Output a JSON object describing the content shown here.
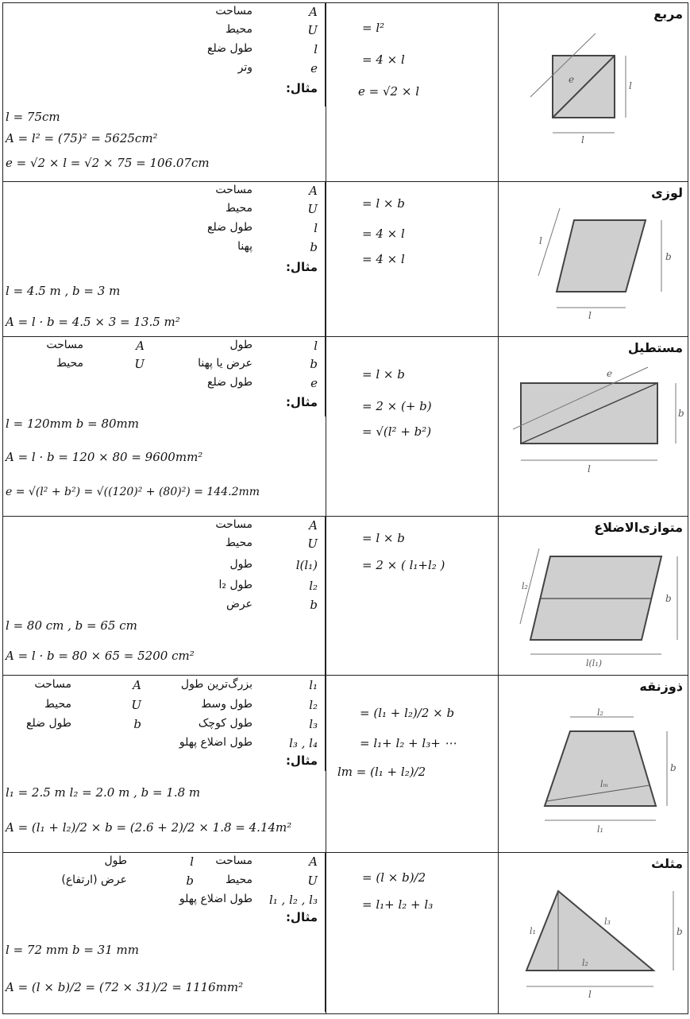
{
  "rows": [
    {
      "shape": "مربع",
      "defs": [
        {
          "sym": "A",
          "label": "مساحت"
        },
        {
          "sym": "U",
          "label": "محیط"
        },
        {
          "sym": "l",
          "label": "طول ضلع"
        },
        {
          "sym": "e",
          "label": "وتر"
        }
      ],
      "example_label": "مثال:",
      "example": [
        "l = 75cm",
        "A = l² = (75)² = 5625cm²",
        "e = √2 × l = √2 × 75 = 106.07cm"
      ],
      "formulas": [
        "= l²",
        "= 4 × l",
        "e = √2 × l"
      ]
    },
    {
      "shape": "لوزی",
      "defs": [
        {
          "sym": "A",
          "label": "مساحت"
        },
        {
          "sym": "U",
          "label": "محیط"
        },
        {
          "sym": "l",
          "label": "طول ضلع"
        },
        {
          "sym": "b",
          "label": "پهنا"
        }
      ],
      "example_label": "مثال:",
      "example": [
        "l = 4.5 m , b = 3 m",
        "A = l · b = 4.5 × 3 = 13.5 m²"
      ],
      "formulas": [
        "= l × b",
        "= 4 × l",
        "= 4 × l"
      ]
    },
    {
      "shape": "مستطیل",
      "defs": [
        {
          "sym": "l",
          "label": "طول"
        },
        {
          "sym": "b",
          "label": "عرض یا پهنا"
        },
        {
          "sym": "e",
          "label": "طول ضلع"
        },
        {
          "sym": "A",
          "label": "مساحت"
        },
        {
          "sym": "U",
          "label": "محیط"
        }
      ],
      "example_label": "مثال:",
      "example": [
        "l = 120mm   b = 80mm",
        "A = l · b = 120 × 80 = 9600mm²",
        "e = √(l² + b²) = √((120)² + (80)²) = 144.2mm"
      ],
      "formulas": [
        "= l × b",
        "= 2 × (+ b)",
        "= √(l² + b²)"
      ]
    },
    {
      "shape": "متوازی‌الاضلاع",
      "defs": [
        {
          "sym": "A",
          "label": "مساحت"
        },
        {
          "sym": "U",
          "label": "محیط"
        },
        {
          "sym": "l(l₁)",
          "label": "طول"
        },
        {
          "sym": "l₂",
          "label": "l₂ طول"
        },
        {
          "sym": "b",
          "label": "عرض"
        }
      ],
      "example": [
        "l = 80 cm , b = 65 cm",
        "A = l · b = 80 × 65 = 5200 cm²"
      ],
      "formulas": [
        "= l × b",
        "= 2 × ( l₁+l₂ )"
      ]
    },
    {
      "shape": "ذوزنقه",
      "defs": [
        {
          "sym": "l₁",
          "label": "بزرگ‌ترین طول"
        },
        {
          "sym": "l₂",
          "label": "طول وسط"
        },
        {
          "sym": "l₃",
          "label": "طول کوچک"
        },
        {
          "sym": "l₃ , l₄",
          "label": "طول اضلاع پهلو"
        },
        {
          "sym": "A",
          "label": "مساحت"
        },
        {
          "sym": "U",
          "label": "محیط"
        },
        {
          "sym": "b",
          "label": "طول ضلع"
        }
      ],
      "example_label": "مثال:",
      "example": [
        "l₁ = 2.5 m      l₂ = 2.0 m   ,   b = 1.8 m",
        "A = (l₁ + l₂)/2 × b = (2.6 + 2)/2 × 1.8 = 4.14m²"
      ],
      "formulas": [
        "= (l₁ + l₂)/2 × b",
        "= l₁+ l₂ + l₃+ ⋯",
        "lm = (l₁ + l₂)/2"
      ]
    },
    {
      "shape": "مثلث",
      "defs": [
        {
          "sym": "A",
          "label": "مساحت"
        },
        {
          "sym": "U",
          "label": "محیط"
        },
        {
          "sym": "l₁ , l₂ , l₃",
          "label": "طول اضلاع پهلو"
        },
        {
          "sym": "l",
          "label": "طول"
        },
        {
          "sym": "b",
          "label": "عرض (ارتفاع)"
        }
      ],
      "example_label": "مثال:",
      "example": [
        "l = 72 mm            b = 31 mm",
        "A = (l × b)/2 = (72 × 31)/2 = 1116mm²"
      ],
      "formulas": [
        "= (l × b)/2",
        "= l₁+ l₂ + l₃"
      ]
    }
  ],
  "figure_labels": {
    "square": {
      "e": "e",
      "l": "l"
    },
    "rhombus": {
      "l": "l",
      "b": "b"
    },
    "rect": {
      "e": "e",
      "b": "b",
      "l": "l"
    },
    "para": {
      "l2": "l₂",
      "b": "b",
      "l1": "l(l₁)"
    },
    "trap": {
      "l2": "l₂",
      "lm": "lₘ",
      "l1": "l₁",
      "b": "b"
    },
    "tri": {
      "l1": "l₁",
      "l3": "l₃",
      "l2": "l₂",
      "b": "b",
      "l": "l"
    }
  },
  "colors": {
    "fill": "#cfcfcf",
    "line": "#444444",
    "border": "#222222"
  }
}
